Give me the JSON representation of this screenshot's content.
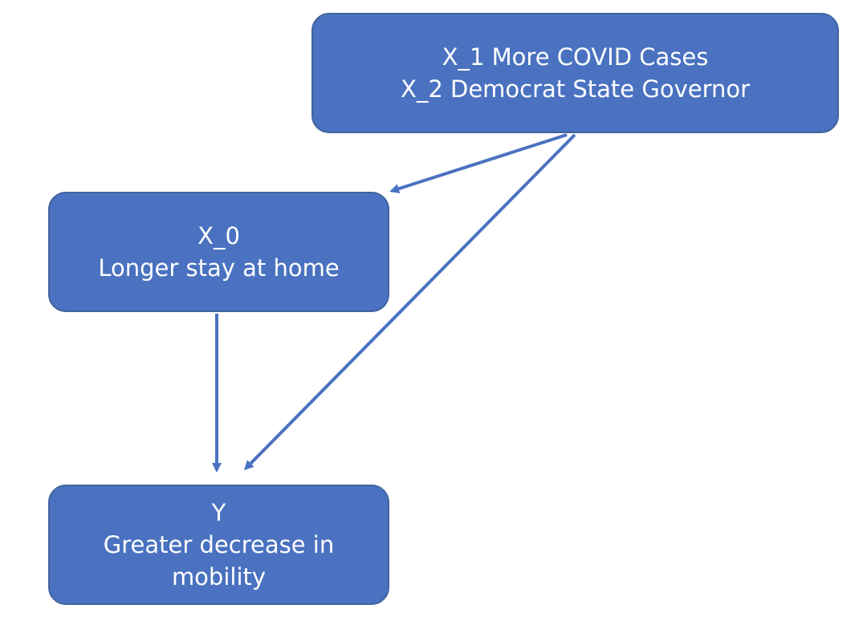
{
  "diagram": {
    "nodes": {
      "top": {
        "line1": "X_1 More COVID Cases",
        "line2": "X_2 Democrat State Governor"
      },
      "mid": {
        "line1": "X_0",
        "line2": "Longer stay at home"
      },
      "bottom": {
        "line1": "Y",
        "line2": "Greater decrease in",
        "line3": "mobility"
      }
    },
    "edges": [
      {
        "from": "top",
        "to": "mid"
      },
      {
        "from": "top",
        "to": "bottom"
      },
      {
        "from": "mid",
        "to": "bottom"
      }
    ],
    "colors": {
      "node_fill": "#4a72c0",
      "node_border": "#41639f",
      "text": "#ffffff",
      "arrow": "#4a72c0"
    }
  }
}
